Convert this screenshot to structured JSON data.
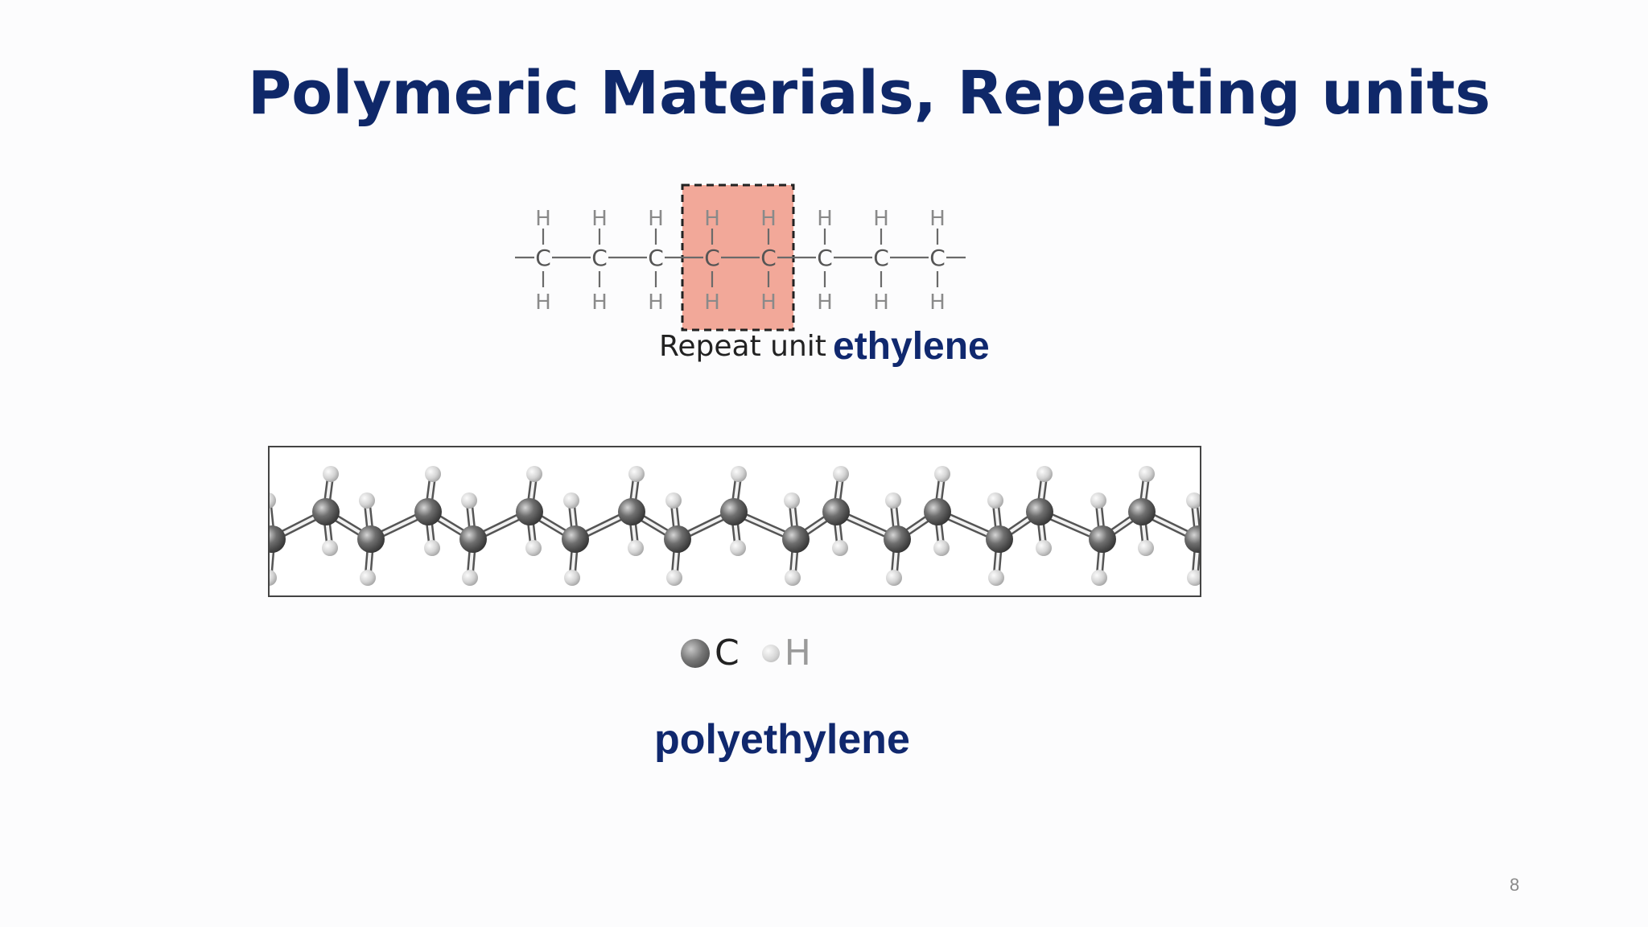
{
  "slide": {
    "title": "Polymeric Materials, Repeating units",
    "page_number": "8"
  },
  "formula": {
    "carbon_symbol": "C",
    "hydrogen_symbol": "H",
    "carbon_count": 8,
    "repeat_unit_label": "Repeat unit",
    "highlight_color": "#f2a899",
    "monomer_label": "ethylene"
  },
  "model": {
    "legend": {
      "carbon": "C",
      "hydrogen": "H"
    },
    "carbon_color": "#6f6f6f",
    "hydrogen_color": "#d4d4d4",
    "polymer_label": "polyethylene"
  },
  "colors": {
    "title": "#0f2869",
    "label": "#10286e"
  }
}
